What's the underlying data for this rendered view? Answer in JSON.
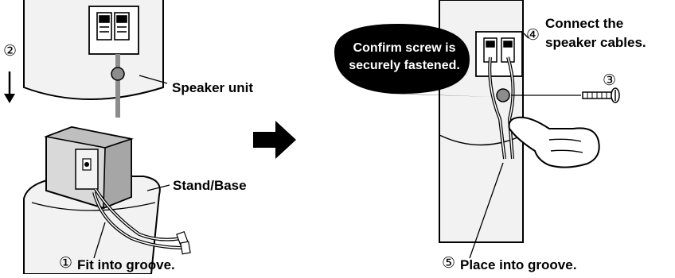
{
  "left_panel": {
    "speaker_unit_label": "Speaker unit",
    "stand_base_label": "Stand/Base",
    "step1_marker": "①",
    "step1_text": "Fit into groove.",
    "step2_marker": "②"
  },
  "right_panel": {
    "callout_line1": "Confirm screw is",
    "callout_line2": "securely fastened.",
    "step3_marker": "③",
    "step4_marker": "④",
    "step4_line1": "Connect the",
    "step4_line2": "speaker cables.",
    "step5_marker": "⑤",
    "step5_text": "Place into groove."
  },
  "colors": {
    "line": "#000000",
    "light_gray": "#f2f2f2",
    "mid_gray": "#d9d9d9",
    "dark_gray": "#8c8c8c",
    "callout_fill": "#000000",
    "callout_text": "#ffffff"
  }
}
